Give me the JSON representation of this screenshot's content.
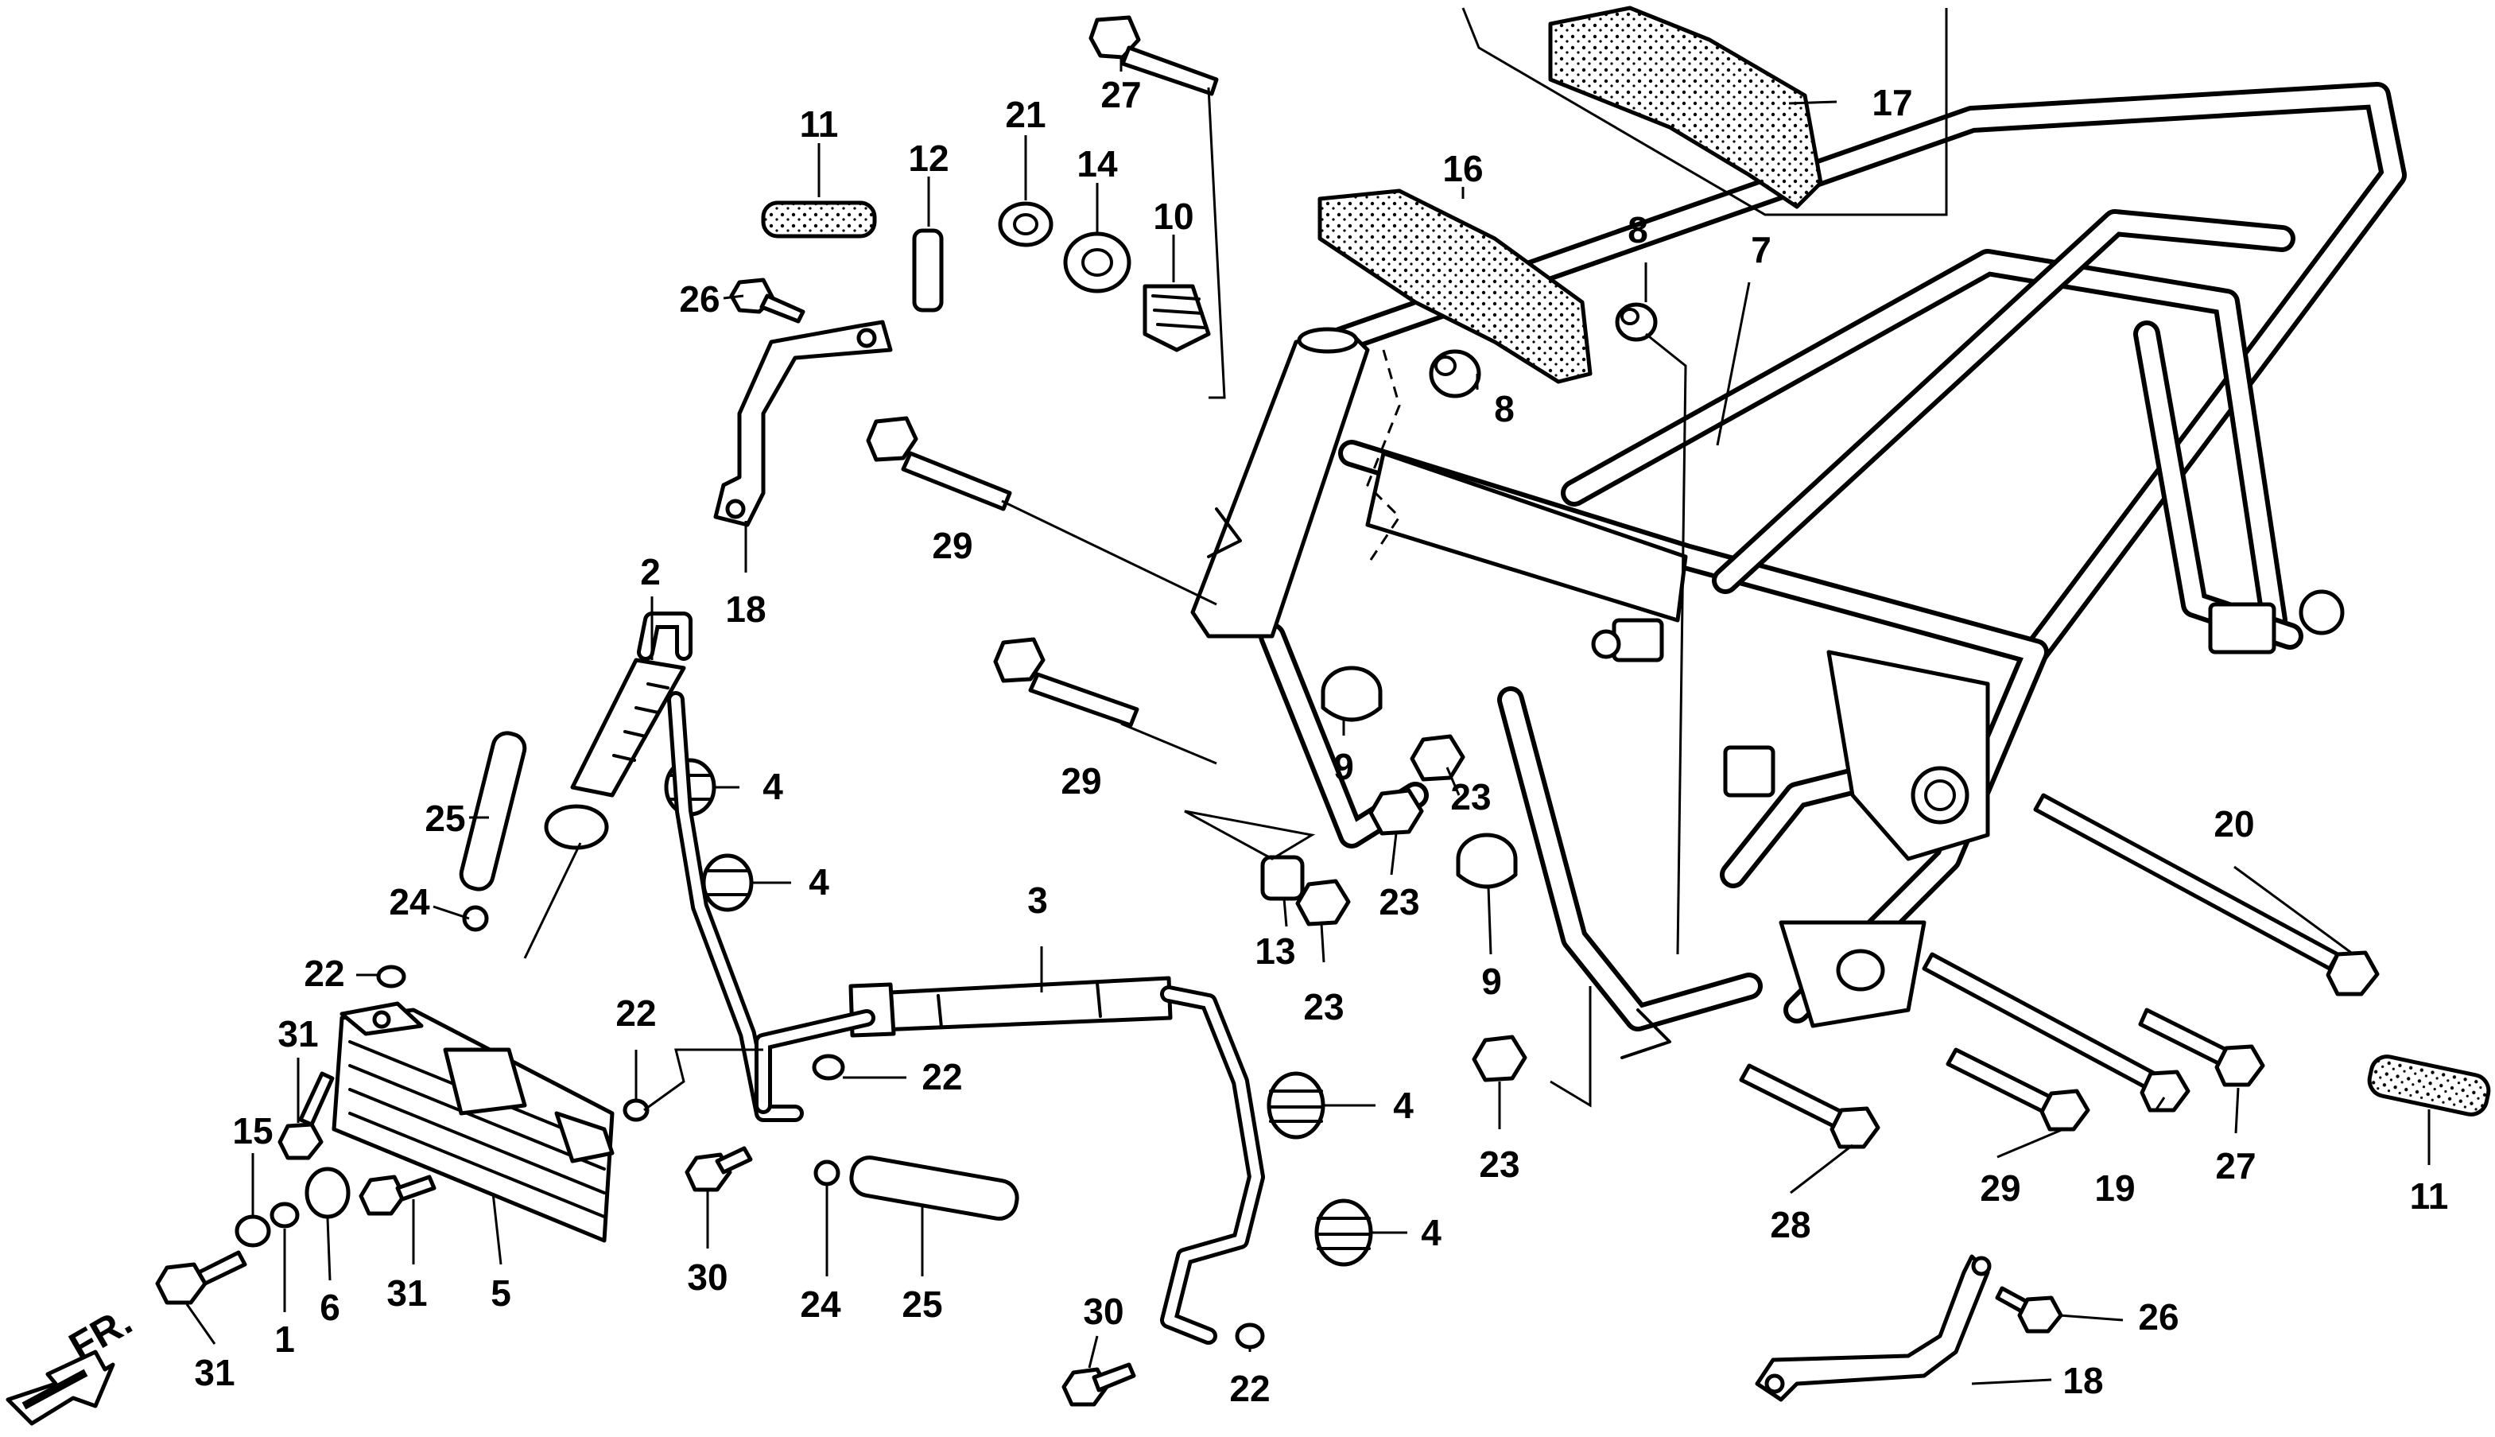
{
  "diagram": {
    "front_indicator": "FR.",
    "callouts": [
      {
        "id": "c-11a",
        "text": "11"
      },
      {
        "id": "c-12",
        "text": "12"
      },
      {
        "id": "c-21",
        "text": "21"
      },
      {
        "id": "c-14",
        "text": "14"
      },
      {
        "id": "c-10",
        "text": "10"
      },
      {
        "id": "c-27a",
        "text": "27"
      },
      {
        "id": "c-26a",
        "text": "26"
      },
      {
        "id": "c-18a",
        "text": "18"
      },
      {
        "id": "c-16",
        "text": "16"
      },
      {
        "id": "c-17",
        "text": "17"
      },
      {
        "id": "c-8a",
        "text": "8"
      },
      {
        "id": "c-8b",
        "text": "8"
      },
      {
        "id": "c-7",
        "text": "7"
      },
      {
        "id": "c-29a",
        "text": "29"
      },
      {
        "id": "c-29b",
        "text": "29"
      },
      {
        "id": "c-2",
        "text": "2"
      },
      {
        "id": "c-25a",
        "text": "25"
      },
      {
        "id": "c-4a",
        "text": "4"
      },
      {
        "id": "c-4b",
        "text": "4"
      },
      {
        "id": "c-24a",
        "text": "24"
      },
      {
        "id": "c-22a",
        "text": "22"
      },
      {
        "id": "c-31a",
        "text": "31"
      },
      {
        "id": "c-15",
        "text": "15"
      },
      {
        "id": "c-22b",
        "text": "22"
      },
      {
        "id": "c-3",
        "text": "3"
      },
      {
        "id": "c-22c",
        "text": "22"
      },
      {
        "id": "c-9a",
        "text": "9"
      },
      {
        "id": "c-23a",
        "text": "23"
      },
      {
        "id": "c-23b",
        "text": "23"
      },
      {
        "id": "c-13",
        "text": "13"
      },
      {
        "id": "c-23c",
        "text": "23"
      },
      {
        "id": "c-9b",
        "text": "9"
      },
      {
        "id": "c-23d",
        "text": "23"
      },
      {
        "id": "c-4c",
        "text": "4"
      },
      {
        "id": "c-4d",
        "text": "4"
      },
      {
        "id": "c-20",
        "text": "20"
      },
      {
        "id": "c-28",
        "text": "28"
      },
      {
        "id": "c-29c",
        "text": "29"
      },
      {
        "id": "c-19",
        "text": "19"
      },
      {
        "id": "c-27b",
        "text": "27"
      },
      {
        "id": "c-11b",
        "text": "11"
      },
      {
        "id": "c-26b",
        "text": "26"
      },
      {
        "id": "c-18b",
        "text": "18"
      },
      {
        "id": "c-31b",
        "text": "31"
      },
      {
        "id": "c-1",
        "text": "1"
      },
      {
        "id": "c-6",
        "text": "6"
      },
      {
        "id": "c-31c",
        "text": "31"
      },
      {
        "id": "c-5",
        "text": "5"
      },
      {
        "id": "c-30a",
        "text": "30"
      },
      {
        "id": "c-24b",
        "text": "24"
      },
      {
        "id": "c-25b",
        "text": "25"
      },
      {
        "id": "c-30b",
        "text": "30"
      },
      {
        "id": "c-22d",
        "text": "22"
      }
    ]
  }
}
